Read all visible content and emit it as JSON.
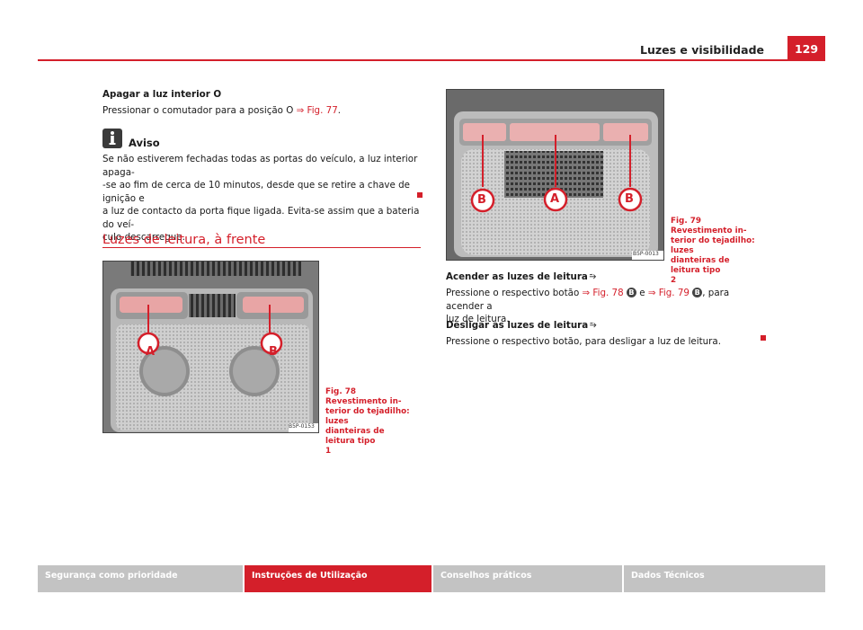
{
  "header": {
    "title": "Luzes e visibilidade",
    "page_number": "129"
  },
  "left": {
    "p1_title": "Apagar a luz interior O",
    "p1_text": "Pressionar o comutador para a posição O ",
    "p1_ref": "⇒ Fig. 77",
    "p1_end": ".",
    "aviso_title": "Aviso",
    "aviso_lines": [
      "Se não estiverem fechadas todas as portas do veículo, a luz interior apaga-",
      "-se ao fim de cerca de 10 minutos, desde que se retire a chave de ignição e",
      "a luz de contacto da porta fique ligada. Evita-se assim que a bateria do veí-",
      "culo descarregue."
    ],
    "section_title": "Luzes de leitura, à frente",
    "fig78": {
      "code": "B5P-0153",
      "label_a": "A",
      "label_b": "B",
      "caption": [
        "Fig. 78  Revestimento in-",
        "terior do tejadilho: luzes",
        "dianteiras de leitura tipo",
        "1"
      ]
    }
  },
  "right": {
    "fig79": {
      "code": "B5P-0013",
      "label_a": "A",
      "label_b": "B",
      "caption": [
        "Fig. 79  Revestimento in-",
        "terior do tejadilho: luzes",
        "dianteiras de leitura tipo",
        "2"
      ]
    },
    "on_title": "Acender as luzes de leitura",
    "on_text_1": "Pressione o respectivo botão ",
    "on_ref1": "⇒ Fig. 78",
    "badge": "B",
    "on_mid": " e ",
    "on_ref2": "⇒ Fig. 79",
    "on_text_2": ", para acender a",
    "on_text_3": "luz de leitura.",
    "off_title": "Desligar as luzes de leitura",
    "off_text": "Pressione o respectivo botão, para desligar a luz de leitura."
  },
  "footer": {
    "tabs": [
      "Segurança como prioridade",
      "Instruções de Utilização",
      "Conselhos práticos",
      "Dados Técnicos"
    ],
    "active_index": 1
  }
}
